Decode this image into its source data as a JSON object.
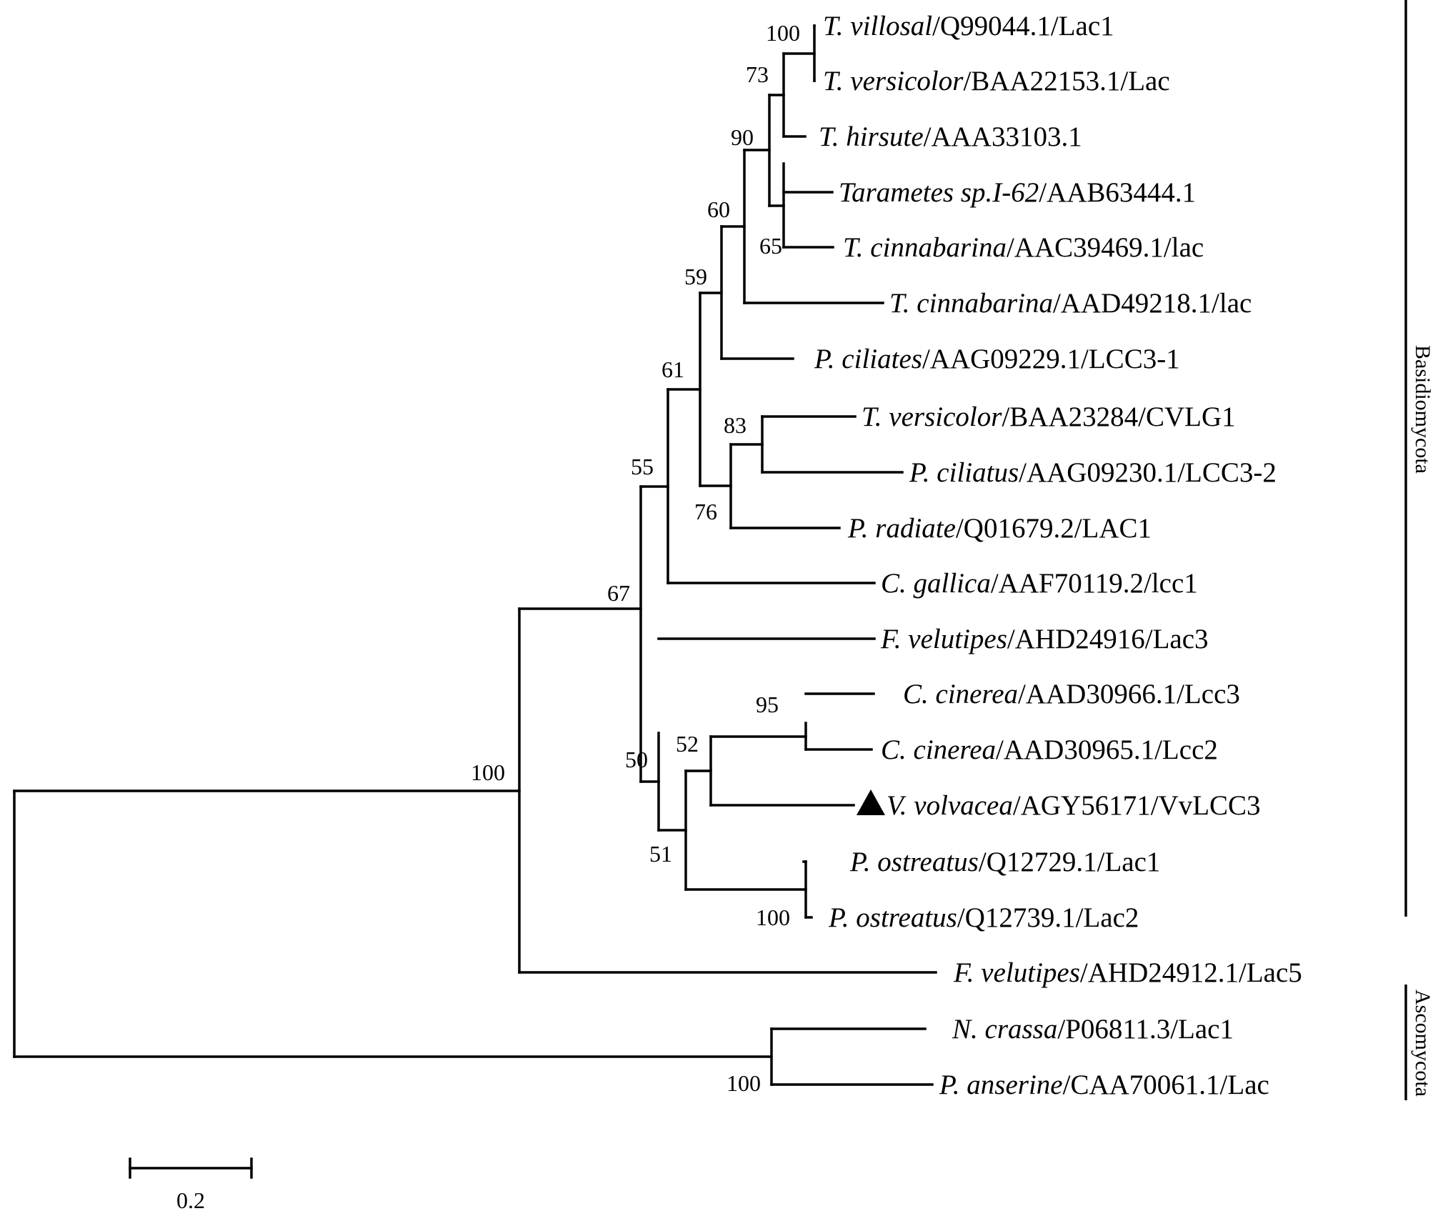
{
  "leaves": [
    {
      "species": "T. villosal",
      "accession": "/Q99044.1/Lac1"
    },
    {
      "species": "T. versicolor",
      "accession": "/BAA22153.1/Lac"
    },
    {
      "species": "T. hirsute",
      "accession": "/AAA33103.1"
    },
    {
      "species": "Tarametes sp.I-62",
      "accession": "/AAB63444.1"
    },
    {
      "species": "T. cinnabarina",
      "accession": "/AAC39469.1/lac"
    },
    {
      "species": "T. cinnabarina",
      "accession": "/AAD49218.1/lac"
    },
    {
      "species": "P. ciliates",
      "accession": "/AAG09229.1/LCC3-1"
    },
    {
      "species": "T. versicolor",
      "accession": "/BAA23284/CVLG1"
    },
    {
      "species": "P. ciliatus",
      "accession": "/AAG09230.1/LCC3-2"
    },
    {
      "species": "P. radiate",
      "accession": "/Q01679.2/LAC1"
    },
    {
      "species": "C. gallica",
      "accession": "/AAF70119.2/lcc1"
    },
    {
      "species": "F. velutipes",
      "accession": "/AHD24916/Lac3"
    },
    {
      "species": "C. cinerea",
      "accession": "/AAD30966.1/Lcc3"
    },
    {
      "species": "C. cinerea",
      "accession": "/AAD30965.1/Lcc2"
    },
    {
      "species": "V. volvacea",
      "accession": "/AGY56171/VvLCC3",
      "marker": "triangle"
    },
    {
      "species": "P. ostreatus",
      "accession": "/Q12729.1/Lac1"
    },
    {
      "species": "P. ostreatus",
      "accession": "/Q12739.1/Lac2"
    },
    {
      "species": "F. velutipes",
      "accession": "/AHD24912.1/Lac5"
    },
    {
      "species": "N. crassa",
      "accession": "/P06811.3/Lac1"
    },
    {
      "species": "P. anserine",
      "accession": "/CAA70061.1/Lac"
    }
  ],
  "bootstrap": {
    "tv_pair": "100",
    "tv_hirsute": "73",
    "trametes_core": "90",
    "tarametes_cinnabarina": "65",
    "trametes_ext": "60",
    "with_ciliates": "59",
    "cvlg_lcc32": "83",
    "with_radiate": "76",
    "clade_61": "61",
    "clade_55": "55",
    "basidio_core": "67",
    "cinerea_pair": "95",
    "with_volvacea": "52",
    "ostreatus_pair": "100",
    "clade_51": "51",
    "clade_50": "50",
    "basidio_root": "100",
    "asco_pair": "100"
  },
  "groups": {
    "basidiomycota": "Basidiomycota",
    "ascomycota": "Ascomycota"
  },
  "scale_bar": {
    "label": "0.2"
  }
}
